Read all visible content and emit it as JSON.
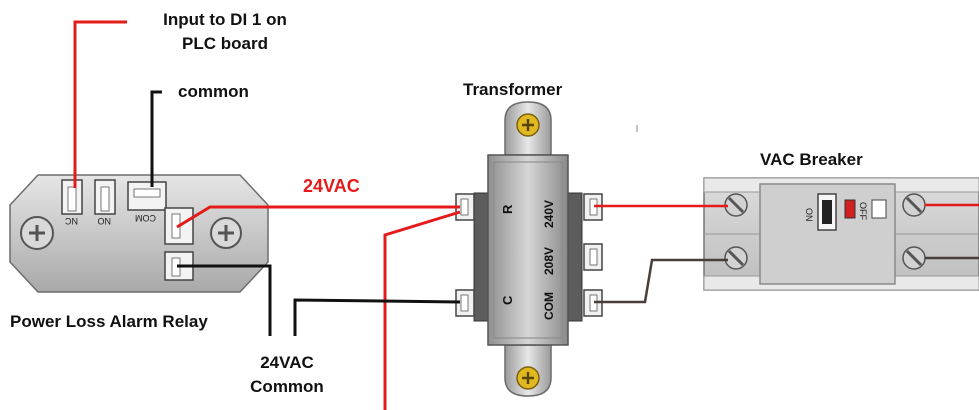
{
  "labels": {
    "di_input_line1": "Input to DI 1 on",
    "di_input_line2": "PLC board",
    "common": "common",
    "transformer": "Transformer",
    "vac_breaker": "VAC Breaker",
    "vac24": "24VAC",
    "relay": "Power Loss Alarm Relay",
    "vac24_common_line1": "24VAC",
    "vac24_common_line2": "Common"
  },
  "relay_terminals": {
    "nc": "NC",
    "no": "NO",
    "com": "COM"
  },
  "transformer_markings": {
    "r": "R",
    "c": "C",
    "v240": "240V",
    "v208": "208V",
    "com": "COM"
  },
  "breaker_markings": {
    "on": "ON",
    "off": "OFF"
  },
  "colors": {
    "wire_hot": "#e31b1b",
    "wire_common": "#111111",
    "wire_neutral": "#4a3f38",
    "label_hot": "#e31b1b"
  }
}
